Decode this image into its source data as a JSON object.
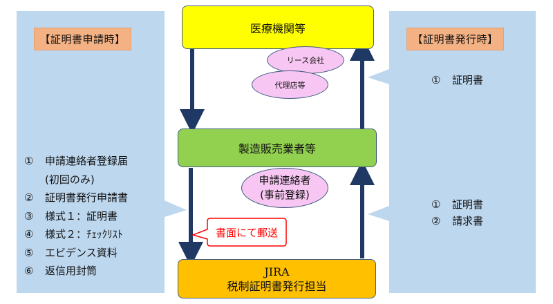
{
  "left_panel": {
    "title": "【証明書申請時】",
    "items": [
      {
        "num": "①",
        "text": "申請連絡者登録届"
      },
      {
        "num": "",
        "text": "(初回のみ)"
      },
      {
        "num": "②",
        "text": "証明書発行申請書"
      },
      {
        "num": "③",
        "text": "様式１：証明書"
      },
      {
        "num": "④",
        "text": "様式２：ﾁｪｯｸﾘｽﾄ"
      },
      {
        "num": "⑤",
        "text": "エビデンス資料"
      },
      {
        "num": "⑥",
        "text": "返信用封筒"
      }
    ]
  },
  "right_panel": {
    "title": "【証明書発行時】",
    "top_items": [
      {
        "num": "①",
        "text": "証明書"
      }
    ],
    "bottom_items": [
      {
        "num": "①",
        "text": "証明書"
      },
      {
        "num": "②",
        "text": "請求書"
      }
    ]
  },
  "nodes": {
    "medical": "医療機関等",
    "lease": "リース会社",
    "agency": "代理店等",
    "manufacturer": "製造販売業者等",
    "contact_line1": "申請連絡者",
    "contact_line2": "(事前登録)",
    "jira_line1": "JIRA",
    "jira_line2": "税制証明書発行担当"
  },
  "callout": "書面にて郵送",
  "colors": {
    "panel": "#bdd7ee",
    "tag": "#f4b183",
    "medical": "#ffff00",
    "manufacturer": "#92d050",
    "jira": "#ffc000",
    "ellipse": "#f7c6f2",
    "arrow": "#1f3864",
    "callout_border": "#ff0000"
  }
}
